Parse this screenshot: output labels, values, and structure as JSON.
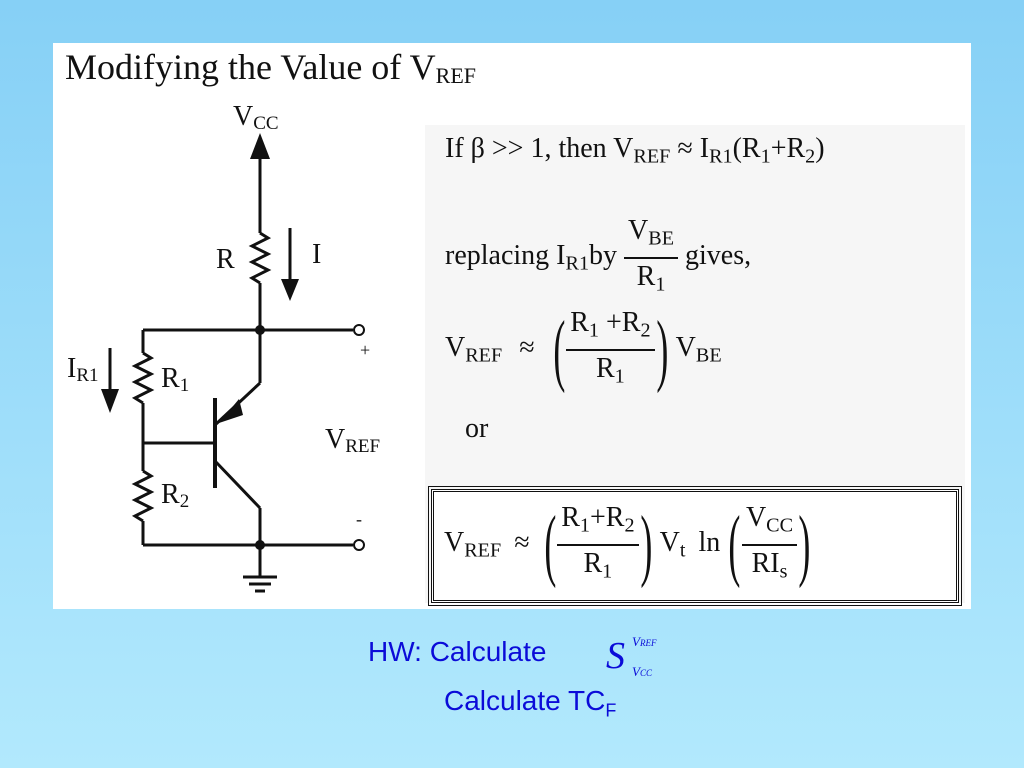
{
  "slide": {
    "title_main": "Modifying the Value of V",
    "title_sub": "REF"
  },
  "circuit": {
    "vcc": "V",
    "vcc_sub": "CC",
    "r_label": "R",
    "i_label": "I",
    "ir1": "I",
    "ir1_sub": "R1",
    "r1": "R",
    "r1_sub": "1",
    "r2": "R",
    "r2_sub": "2",
    "plus": "+",
    "minus": "-",
    "vref": "V",
    "vref_sub": "REF"
  },
  "equations": {
    "line1_a": "If β >> 1, then V",
    "line1_b": "REF",
    "line1_c": " ≈ I",
    "line1_d": "R1",
    "line1_e": "(R",
    "line1_f": "1",
    "line1_g": "+R",
    "line1_h": "2",
    "line1_i": ")",
    "replacing_a": "replacing I",
    "replacing_b": "R1",
    "replacing_c": "by",
    "frac_vbe_num": "V",
    "frac_vbe_num_sub": "BE",
    "frac_vbe_den": "R",
    "frac_vbe_den_sub": "1",
    "gives": "gives,",
    "vref_eq_a": "V",
    "vref_eq_b": "REF",
    "approx": "≈",
    "frac2_num_a": "R",
    "frac2_num_b": "1",
    "frac2_num_c": " +R",
    "frac2_num_d": "2",
    "frac2_den_a": "R",
    "frac2_den_b": "1",
    "vbe_a": "V",
    "vbe_b": "BE",
    "or": "or",
    "box_vref_a": "V",
    "box_vref_b": "REF",
    "box_approx": "≈",
    "box_frac_num_a": "R",
    "box_frac_num_b": "1",
    "box_frac_num_c": "+R",
    "box_frac_num_d": "2",
    "box_frac_den_a": "R",
    "box_frac_den_b": "1",
    "vt_a": "V",
    "vt_b": "t",
    "ln": "ln",
    "box_frac2_num_a": "V",
    "box_frac2_num_b": "CC",
    "box_frac2_den_a": "RI",
    "box_frac2_den_b": "s"
  },
  "homework": {
    "line1": "HW:  Calculate",
    "s": "S",
    "s_sup": "V",
    "s_sup_sub": "REF",
    "s_sub": "V",
    "s_sub_sub": "CC",
    "line2_a": "Calculate TC",
    "line2_b": "F"
  }
}
